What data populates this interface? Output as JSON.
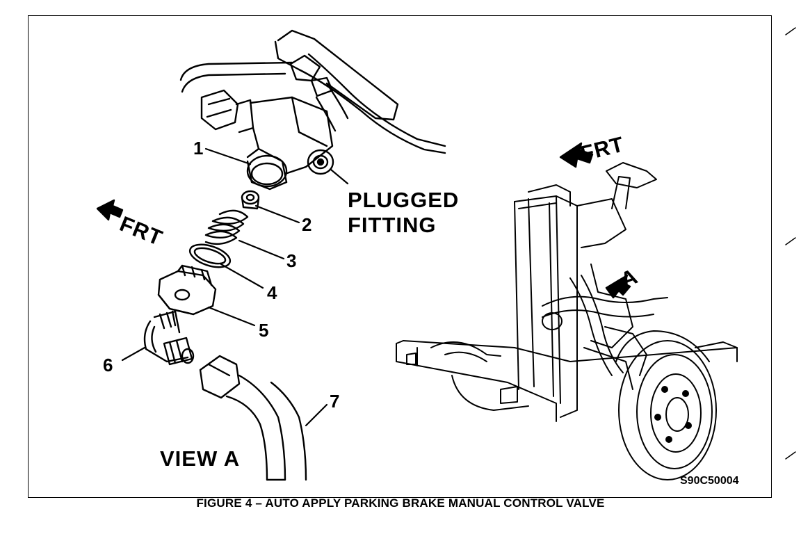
{
  "callouts": {
    "c1": "1",
    "c2": "2",
    "c3": "3",
    "c4": "4",
    "c5": "5",
    "c6": "6",
    "c7": "7"
  },
  "labels": {
    "plugged_line1": "PLUGGED",
    "plugged_line2": "FITTING",
    "frt_left": "FRT",
    "frt_right": "FRT",
    "view_marker": "A",
    "view_title": "VIEW A",
    "figure_code": "S90C50004"
  },
  "caption": "FIGURE 4 – AUTO APPLY PARKING BRAKE MANUAL CONTROL VALVE"
}
